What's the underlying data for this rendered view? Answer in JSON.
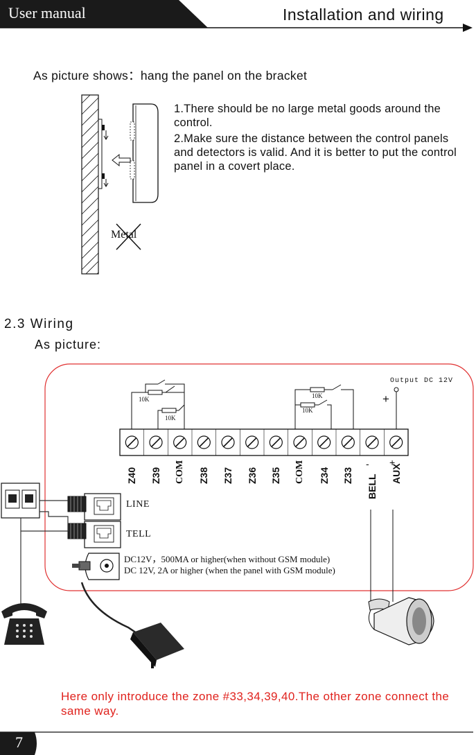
{
  "header": {
    "manual_label": "User manual",
    "section_label": "Installation and wiring"
  },
  "mount": {
    "intro": "As picture shows：hang the  panel on the bracket",
    "notes": [
      "1.There should be no large metal goods around the control.",
      "2.Make sure the distance between the control panels and detectors is valid.  And it is better to put the control panel in a covert place."
    ],
    "metal_label": "Metal"
  },
  "wiring": {
    "title": "2.3  Wiring",
    "subtitle": "As picture:",
    "output_label": "Output DC 12V",
    "plus_sign": "+",
    "resistor_label": "10K",
    "terminals": [
      "Z40",
      "Z39",
      "COM",
      "Z38",
      "Z37",
      "Z36",
      "Z35",
      "COM",
      "Z34",
      "Z33",
      "BELL",
      "AUX"
    ],
    "bell_sign": "-",
    "aux_sign": "+",
    "line_label": "LINE",
    "tell_label": "TELL",
    "dc_notes": [
      "DC12V，500MA or higher(when without GSM module)",
      "DC 12V, 2A or higher (when the panel with GSM module)"
    ]
  },
  "footnote": "Here only introduce the zone #33,34,39,40.The other zone connect the same way.",
  "page_number": "7",
  "colors": {
    "accent_red": "#e0221d",
    "border_red": "#e03030",
    "header_dark": "#1a1a1a"
  }
}
